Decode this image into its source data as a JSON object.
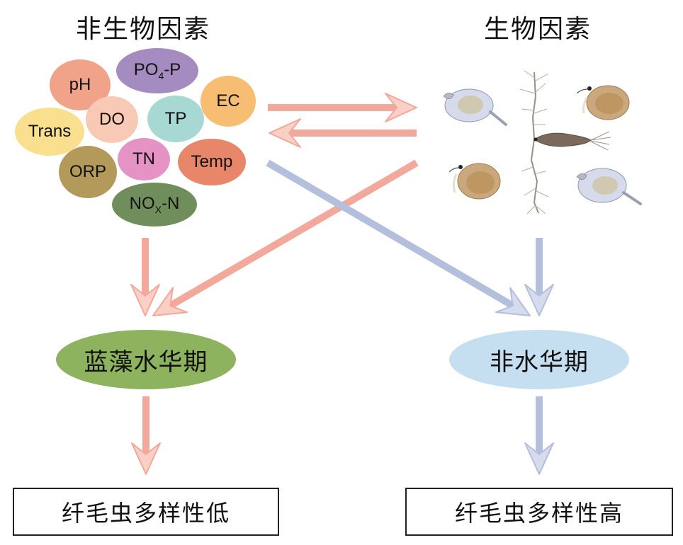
{
  "headers": {
    "abiotic": "非生物因素",
    "biotic": "生物因素"
  },
  "abiotic_factors": [
    {
      "id": "ph",
      "label": "pH",
      "color": "#f1a38a"
    },
    {
      "id": "po4p",
      "label_main": "PO",
      "label_sub": "4",
      "label_tail": "-P",
      "color": "#a58cc0"
    },
    {
      "id": "ec",
      "label": "EC",
      "color": "#f7bd72"
    },
    {
      "id": "do",
      "label": "DO",
      "color": "#f8c9b4"
    },
    {
      "id": "tp",
      "label": "TP",
      "color": "#a7d8d3"
    },
    {
      "id": "trans",
      "label": "Trans",
      "color": "#fadf8e"
    },
    {
      "id": "tn",
      "label": "TN",
      "color": "#e493c4"
    },
    {
      "id": "temp",
      "label": "Temp",
      "color": "#e8866a"
    },
    {
      "id": "orp",
      "label": "ORP",
      "color": "#b49a5a"
    },
    {
      "id": "noxn",
      "label_main": "NO",
      "label_sub": "X",
      "label_tail": "-N",
      "color": "#6f8e5c"
    }
  ],
  "biotic_organisms": [
    {
      "id": "rotifer-top-left",
      "kind": "rotifer"
    },
    {
      "id": "copepod-center",
      "kind": "copepod"
    },
    {
      "id": "cladoceran-top-right",
      "kind": "cladoceran"
    },
    {
      "id": "cladoceran-bottom-left",
      "kind": "cladoceran"
    },
    {
      "id": "rotifer-bottom-right",
      "kind": "rotifer"
    }
  ],
  "phases": {
    "bloom": {
      "label": "蓝藻水华期",
      "color": "#8db35e"
    },
    "non_bloom": {
      "label": "非水华期",
      "color": "#c5dff0"
    }
  },
  "results": {
    "low": "纤毛虫多样性低",
    "high": "纤毛虫多样性高"
  },
  "colors": {
    "arrow_red": "#f2a89a",
    "arrow_red_head": "#f9cfc6",
    "arrow_blue": "#b3bfdc",
    "arrow_blue_head": "#d6dcee"
  },
  "arrows": [
    {
      "id": "abiotic-to-biotic",
      "from": "abiotic",
      "to": "biotic",
      "color": "red"
    },
    {
      "id": "biotic-to-abiotic",
      "from": "biotic",
      "to": "abiotic",
      "color": "red"
    },
    {
      "id": "biotic-to-bloom",
      "from": "biotic",
      "to": "bloom",
      "color": "red"
    },
    {
      "id": "abiotic-to-nonbloom",
      "from": "abiotic",
      "to": "non_bloom",
      "color": "blue"
    },
    {
      "id": "abiotic-to-bloom",
      "from": "abiotic",
      "to": "bloom",
      "color": "red"
    },
    {
      "id": "biotic-to-nonbloom",
      "from": "biotic",
      "to": "non_bloom",
      "color": "blue"
    },
    {
      "id": "bloom-to-low",
      "from": "bloom",
      "to": "low",
      "color": "red"
    },
    {
      "id": "nonbloom-to-high",
      "from": "non_bloom",
      "to": "high",
      "color": "blue"
    }
  ]
}
